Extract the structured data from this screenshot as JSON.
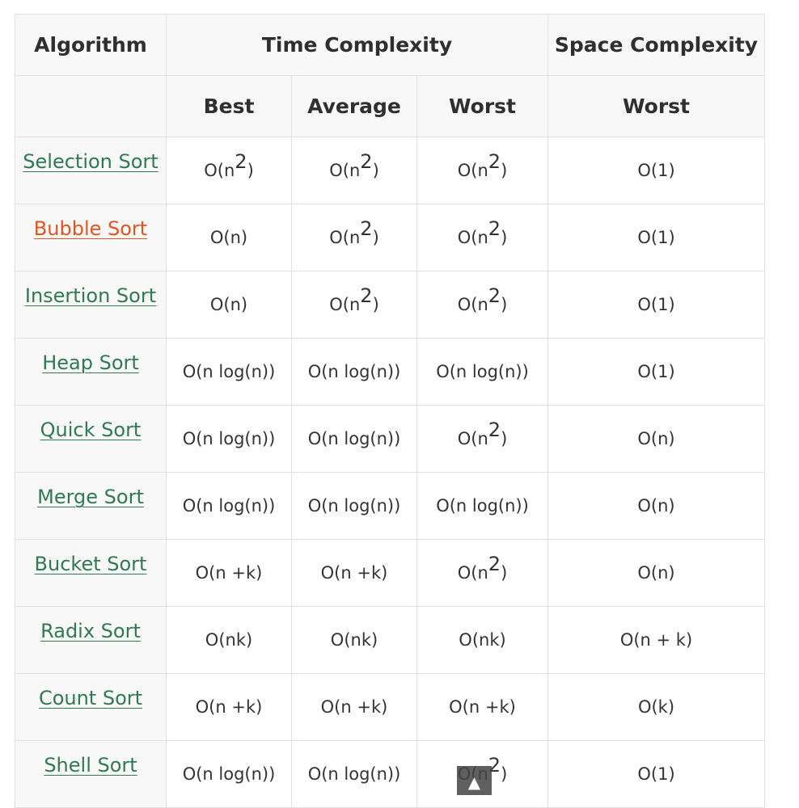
{
  "headers": {
    "algorithm": "Algorithm",
    "time_complexity": "Time Complexity",
    "space_complexity": "Space Complexity",
    "best": "Best",
    "average": "Average",
    "worst": "Worst",
    "space_worst": "Worst"
  },
  "rows": [
    {
      "name": "Selection Sort",
      "active": false,
      "best": {
        "base": "O(n",
        "exp": "2",
        "tail": ")"
      },
      "average": {
        "base": "O(n",
        "exp": "2",
        "tail": ")"
      },
      "worst": {
        "base": "O(n",
        "exp": "2",
        "tail": ")"
      },
      "space": {
        "base": "O(1)",
        "exp": "",
        "tail": ""
      }
    },
    {
      "name": "Bubble Sort",
      "active": true,
      "best": {
        "base": "O(n)",
        "exp": "",
        "tail": ""
      },
      "average": {
        "base": "O(n",
        "exp": "2",
        "tail": ")"
      },
      "worst": {
        "base": "O(n",
        "exp": "2",
        "tail": ")"
      },
      "space": {
        "base": "O(1)",
        "exp": "",
        "tail": ""
      }
    },
    {
      "name": "Insertion Sort",
      "active": false,
      "best": {
        "base": "O(n)",
        "exp": "",
        "tail": ""
      },
      "average": {
        "base": "O(n",
        "exp": "2",
        "tail": ")"
      },
      "worst": {
        "base": "O(n",
        "exp": "2",
        "tail": ")"
      },
      "space": {
        "base": "O(1)",
        "exp": "",
        "tail": ""
      }
    },
    {
      "name": "Heap Sort",
      "active": false,
      "best": {
        "base": "O(n log(n))",
        "exp": "",
        "tail": ""
      },
      "average": {
        "base": "O(n log(n))",
        "exp": "",
        "tail": ""
      },
      "worst": {
        "base": "O(n log(n))",
        "exp": "",
        "tail": ""
      },
      "space": {
        "base": "O(1)",
        "exp": "",
        "tail": ""
      }
    },
    {
      "name": "Quick Sort",
      "active": false,
      "best": {
        "base": "O(n log(n))",
        "exp": "",
        "tail": ""
      },
      "average": {
        "base": "O(n log(n))",
        "exp": "",
        "tail": ""
      },
      "worst": {
        "base": "O(n",
        "exp": "2",
        "tail": ")"
      },
      "space": {
        "base": "O(n)",
        "exp": "",
        "tail": ""
      }
    },
    {
      "name": "Merge Sort",
      "active": false,
      "best": {
        "base": "O(n log(n))",
        "exp": "",
        "tail": ""
      },
      "average": {
        "base": "O(n log(n))",
        "exp": "",
        "tail": ""
      },
      "worst": {
        "base": "O(n log(n))",
        "exp": "",
        "tail": ""
      },
      "space": {
        "base": "O(n)",
        "exp": "",
        "tail": ""
      }
    },
    {
      "name": "Bucket Sort",
      "active": false,
      "best": {
        "base": "O(n +k)",
        "exp": "",
        "tail": ""
      },
      "average": {
        "base": "O(n +k)",
        "exp": "",
        "tail": ""
      },
      "worst": {
        "base": "O(n",
        "exp": "2",
        "tail": ")"
      },
      "space": {
        "base": "O(n)",
        "exp": "",
        "tail": ""
      }
    },
    {
      "name": "Radix Sort",
      "active": false,
      "best": {
        "base": "O(nk)",
        "exp": "",
        "tail": ""
      },
      "average": {
        "base": "O(nk)",
        "exp": "",
        "tail": ""
      },
      "worst": {
        "base": "O(nk)",
        "exp": "",
        "tail": ""
      },
      "space": {
        "base": "O(n + k)",
        "exp": "",
        "tail": ""
      }
    },
    {
      "name": "Count Sort",
      "active": false,
      "best": {
        "base": "O(n +k)",
        "exp": "",
        "tail": ""
      },
      "average": {
        "base": "O(n +k)",
        "exp": "",
        "tail": ""
      },
      "worst": {
        "base": "O(n +k)",
        "exp": "",
        "tail": ""
      },
      "space": {
        "base": "O(k)",
        "exp": "",
        "tail": ""
      }
    },
    {
      "name": "Shell Sort",
      "active": false,
      "best": {
        "base": "O(n log(n))",
        "exp": "",
        "tail": ""
      },
      "average": {
        "base": "O(n log(n))",
        "exp": "",
        "tail": ""
      },
      "worst": {
        "base": "O(n",
        "exp": "2",
        "tail": ")"
      },
      "space": {
        "base": "O(1)",
        "exp": "",
        "tail": ""
      }
    }
  ],
  "scroll_top": {
    "icon": "up-triangle-icon",
    "glyph": "▲"
  },
  "colors": {
    "link": "#2f7a52",
    "link_active": "#e4531c",
    "header_bg": "#f8f8f8",
    "border": "#e2e2e2"
  }
}
